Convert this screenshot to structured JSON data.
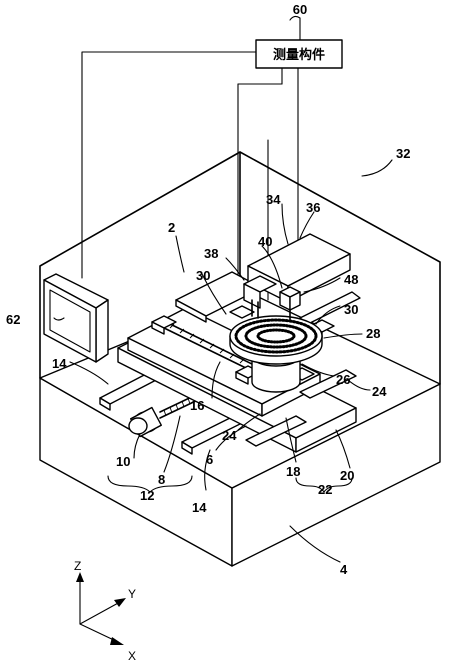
{
  "measurement_box": {
    "label": "测量构件"
  },
  "labels": {
    "l60": "60",
    "l32": "32",
    "l34": "34",
    "l36": "36",
    "l2": "2",
    "l38": "38",
    "l40": "40",
    "l48": "48",
    "l30a": "30",
    "l30b": "30",
    "l28": "28",
    "l62": "62",
    "l14a": "14",
    "l26": "26",
    "l24a": "24",
    "l16": "16",
    "l24b": "24",
    "l6": "6",
    "l10": "10",
    "l8": "8",
    "l18": "18",
    "l20": "20",
    "l12": "12",
    "l22": "22",
    "l14b": "14",
    "l4": "4"
  },
  "axes": {
    "z": "Z",
    "y": "Y",
    "x": "X"
  }
}
